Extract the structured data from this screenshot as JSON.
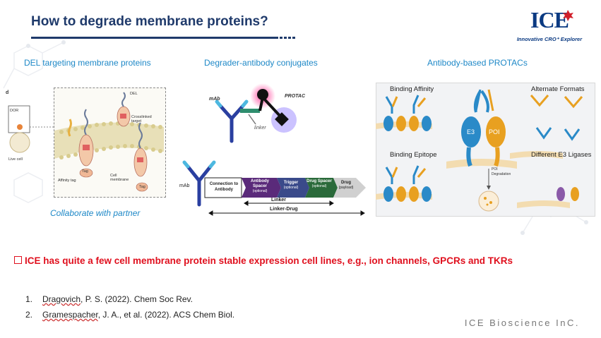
{
  "title": "How to degrade membrane proteins?",
  "logo": {
    "mark_main": "ICE",
    "tagline": "Innovative CRO⁺ Explorer"
  },
  "sections": [
    {
      "label": "DEL targeting membrane proteins"
    },
    {
      "label": "Degrader-antibody conjugates"
    },
    {
      "label": "Antibody-based PROTACs"
    }
  ],
  "del_panel": {
    "panel_letter": "d",
    "dor_label": "DOR",
    "live_cell_label": "Live cell",
    "del_label": "DEL",
    "crosslinked_label": "Crosslinked target",
    "affinity_tag_label": "Affinity tag",
    "cell_membrane_label": "Cell membrane",
    "tag_label": "Tag",
    "collaborate": "Collaborate with partner"
  },
  "dac_top": {
    "mab": "mAb",
    "protac": "PROTAC",
    "linker": "linker"
  },
  "dac_bottom": {
    "mab": "mAb",
    "connection": "Connection to Antibody",
    "antibody_spacer": "Antibody Spacer",
    "trigger": "Trigger",
    "drug_spacer": "Drug Spacer",
    "optional": "(optional)",
    "drug": "Drug",
    "payload": "(payload)",
    "linker": "Linker",
    "linker_drug": "Linker-Drug",
    "colors": {
      "spacer": "#5a2a7a",
      "trigger": "#3a4a8a",
      "drug_spacer": "#2a6a3a",
      "drug": "#d0d0d0"
    }
  },
  "protac_panel": {
    "binding_affinity": "Binding Affinity",
    "alternate_formats": "Alternate Formats",
    "binding_epitope": "Binding Epitope",
    "different_e3": "Different E3 Ligases",
    "e3": "E3",
    "poi": "POI",
    "poi_degradation": "POI Degradation",
    "colors": {
      "e3": "#2a8ac8",
      "poi": "#e8a020",
      "membrane": "#f3dcb0"
    }
  },
  "statement": "ICE has quite a few cell membrane protein stable expression cell lines, e.g., ion channels, GPCRs and TKRs",
  "references": [
    {
      "num": "1.",
      "author": "Dragovich",
      "rest": ", P. S. (2022).  Chem Soc Rev."
    },
    {
      "num": "2.",
      "author": "Gramespacher",
      "rest": ", J. A., et al. (2022).  ACS Chem Biol."
    }
  ],
  "footer": "ICE Bioscience InC."
}
